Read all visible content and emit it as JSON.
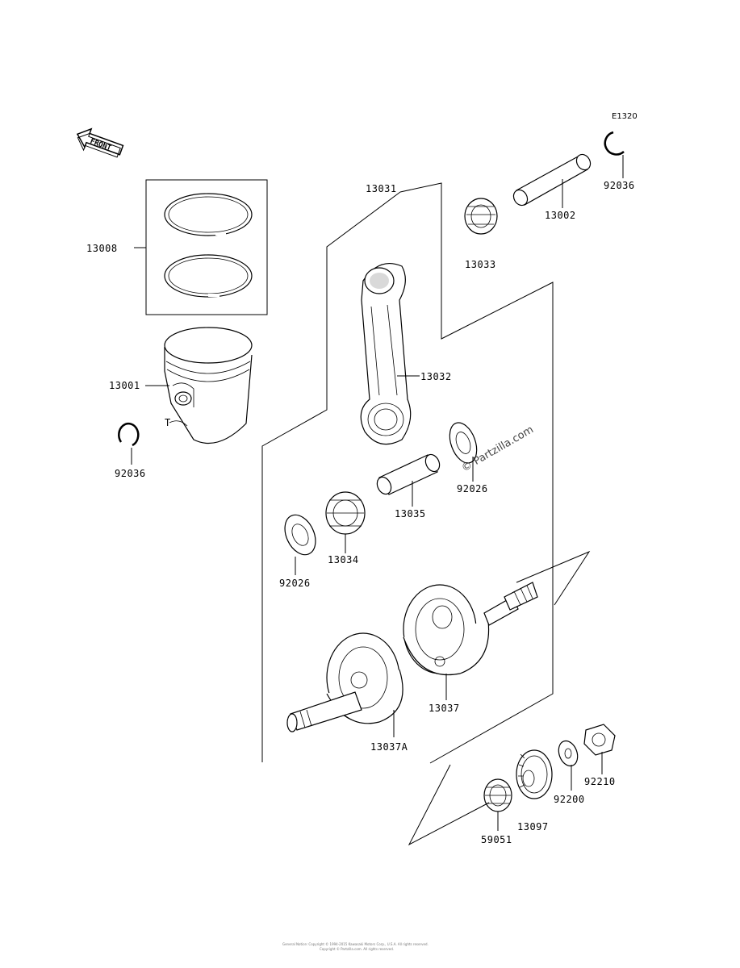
{
  "diagram": {
    "ref_code": "E1320",
    "front_label": "FRONT",
    "watermark": "© Partzilla.com",
    "footer_line1": "General Notice: Copyright © 1994-2015 Kawasaki Motors Corp., U.S.A. All rights reserved.",
    "footer_line2": "Copyright © Partzilla.com. All rights reserved.",
    "pin_mark": "T"
  },
  "parts": {
    "p13008": "13008",
    "p13001": "13001",
    "p92036_left": "92036",
    "p92036_right": "92036",
    "p13031": "13031",
    "p13002": "13002",
    "p13033": "13033",
    "p13032": "13032",
    "p92026_right": "92026",
    "p13035": "13035",
    "p13034": "13034",
    "p92026_left": "92026",
    "p13037": "13037",
    "p13037A": "13037A",
    "p92210": "92210",
    "p92200": "92200",
    "p13097": "13097",
    "p59051": "59051"
  }
}
